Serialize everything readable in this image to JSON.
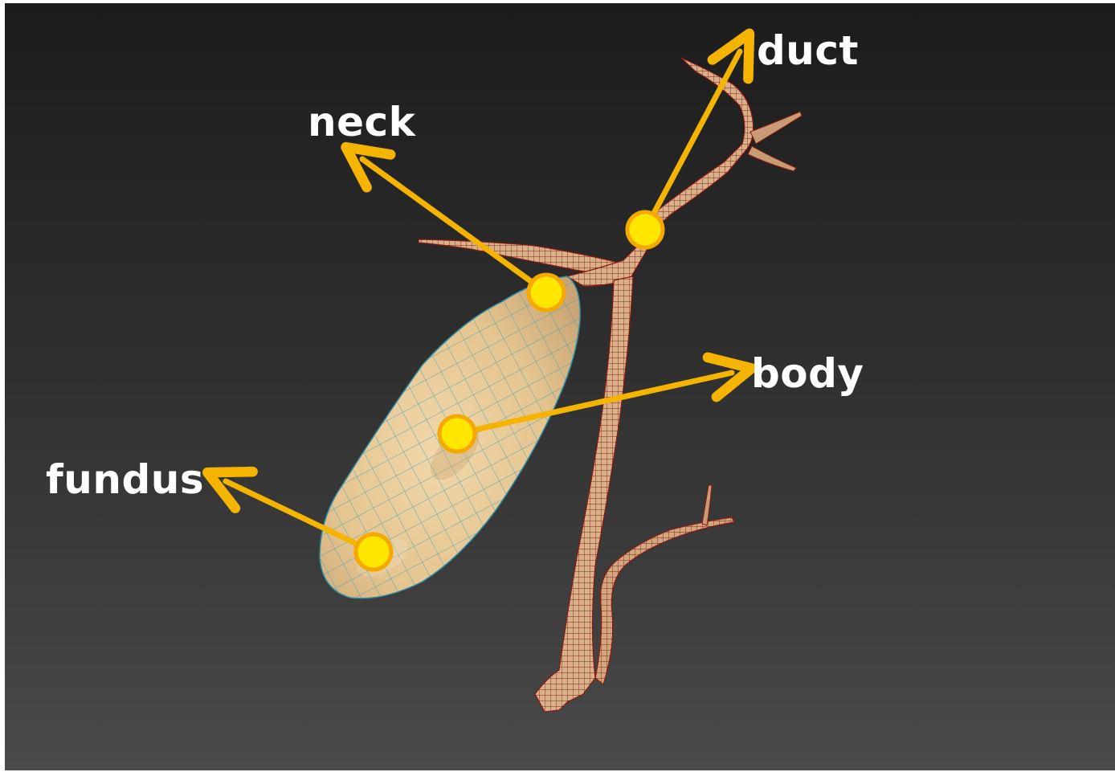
{
  "labels": {
    "duct": "duct",
    "neck": "neck",
    "body": "body",
    "fundus": "fundus"
  },
  "colors": {
    "arrow": "#f5b400",
    "marker_fill": "#ffe600",
    "marker_stroke": "#f5a800",
    "organ_fill": "#e9cc9a",
    "duct_fill": "#d9b48c",
    "mesh_blue": "#3aa0b8",
    "mesh_red": "#8a1a10"
  },
  "icons": [
    "marker-dot",
    "arrow"
  ]
}
